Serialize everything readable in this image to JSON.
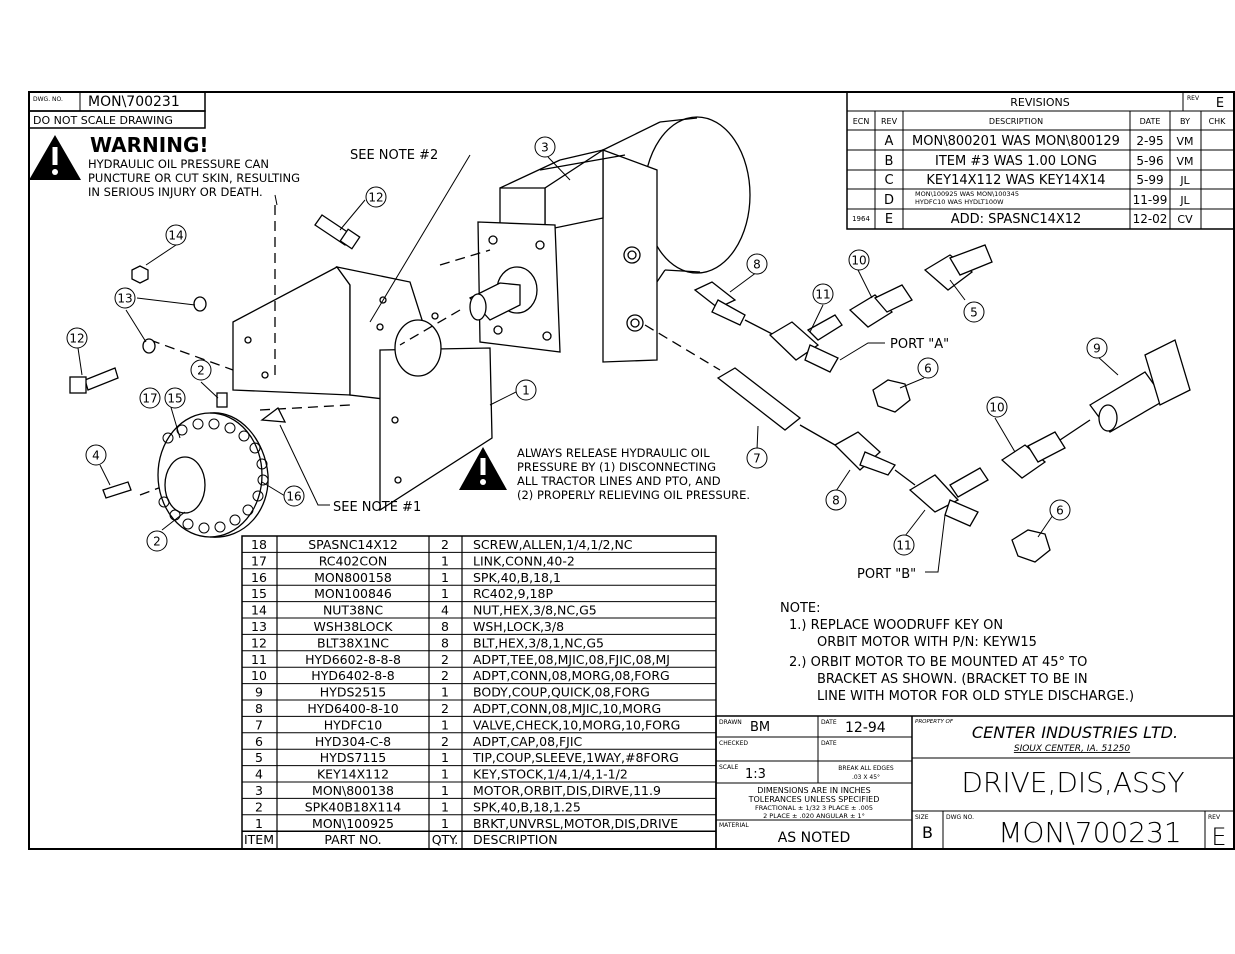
{
  "title_block_top": {
    "dwg_no_label": "DWG. NO.",
    "dwg_no": "MON\\700231",
    "do_not_scale": "DO NOT SCALE DRAWING"
  },
  "warning": {
    "heading": "WARNING!",
    "lines": [
      "HYDRAULIC OIL PRESSURE CAN",
      "PUNCTURE OR CUT SKIN, RESULTING",
      "IN SERIOUS INJURY OR DEATH."
    ],
    "icon": "warning-triangle-icon"
  },
  "release_warning": {
    "lines": [
      "ALWAYS RELEASE HYDRAULIC OIL",
      "PRESSURE BY (1) DISCONNECTING",
      "ALL TRACTOR LINES AND PTO, AND",
      "(2) PROPERLY RELIEVING OIL PRESSURE."
    ],
    "icon": "warning-triangle-icon"
  },
  "revisions": {
    "title": "REVISIONS",
    "rev_label": "REV",
    "current_rev": "E",
    "headers": [
      "ECN",
      "REV",
      "DESCRIPTION",
      "DATE",
      "BY",
      "CHK"
    ],
    "rows": [
      {
        "ecn": "",
        "rev": "A",
        "desc": "MON\\800201 WAS MON\\800129",
        "desc2": "",
        "date": "2-95",
        "by": "VM",
        "chk": ""
      },
      {
        "ecn": "",
        "rev": "B",
        "desc": "ITEM #3 WAS 1.00 LONG",
        "desc2": "",
        "date": "5-96",
        "by": "VM",
        "chk": ""
      },
      {
        "ecn": "",
        "rev": "C",
        "desc": "KEY14X112 WAS KEY14X14",
        "desc2": "",
        "date": "5-99",
        "by": "JL",
        "chk": ""
      },
      {
        "ecn": "",
        "rev": "D",
        "desc": "MON\\100925 WAS MON\\100345",
        "desc2": "HYDFC10 WAS HYDLT100W",
        "date": "11-99",
        "by": "JL",
        "chk": ""
      },
      {
        "ecn": "1964",
        "rev": "E",
        "desc": "ADD: SPASNC14X12",
        "desc2": "",
        "date": "12-02",
        "by": "CV",
        "chk": ""
      }
    ]
  },
  "callouts": {
    "see_note_2": "SEE NOTE #2",
    "see_note_1": "SEE NOTE #1",
    "port_a": "PORT \"A\"",
    "port_b": "PORT \"B\""
  },
  "balloons": [
    "1",
    "2",
    "2",
    "3",
    "4",
    "5",
    "6",
    "6",
    "7",
    "8",
    "8",
    "9",
    "10",
    "10",
    "11",
    "11",
    "12",
    "12",
    "13",
    "14",
    "15",
    "16",
    "17"
  ],
  "notes": {
    "heading": "NOTE:",
    "lines": [
      "1.) REPLACE WOODRUFF KEY ON",
      "ORBIT MOTOR WITH P/N: KEYW15",
      "2.) ORBIT MOTOR TO BE MOUNTED AT 45° TO",
      "BRACKET AS SHOWN. (BRACKET TO BE IN",
      "LINE WITH MOTOR FOR OLD STYLE DISCHARGE.)"
    ]
  },
  "bom": {
    "headers": [
      "ITEM",
      "PART NO.",
      "QTY.",
      "DESCRIPTION"
    ],
    "rows": [
      {
        "item": "18",
        "part": "SPASNC14X12",
        "qty": "2",
        "desc": "SCREW,ALLEN,1/4,1/2,NC"
      },
      {
        "item": "17",
        "part": "RC402CON",
        "qty": "1",
        "desc": "LINK,CONN,40-2"
      },
      {
        "item": "16",
        "part": "MON800158",
        "qty": "1",
        "desc": "SPK,40,B,18,1"
      },
      {
        "item": "15",
        "part": "MON100846",
        "qty": "1",
        "desc": "RC402,9,18P"
      },
      {
        "item": "14",
        "part": "NUT38NC",
        "qty": "4",
        "desc": "NUT,HEX,3/8,NC,G5"
      },
      {
        "item": "13",
        "part": "WSH38LOCK",
        "qty": "8",
        "desc": "WSH,LOCK,3/8"
      },
      {
        "item": "12",
        "part": "BLT38X1NC",
        "qty": "8",
        "desc": "BLT,HEX,3/8,1,NC,G5"
      },
      {
        "item": "11",
        "part": "HYD6602-8-8-8",
        "qty": "2",
        "desc": "ADPT,TEE,08,MJIC,08,FJIC,08,MJ"
      },
      {
        "item": "10",
        "part": "HYD6402-8-8",
        "qty": "2",
        "desc": "ADPT,CONN,08,MORG,08,FORG"
      },
      {
        "item": "9",
        "part": "HYDS2515",
        "qty": "1",
        "desc": "BODY,COUP,QUICK,08,FORG"
      },
      {
        "item": "8",
        "part": "HYD6400-8-10",
        "qty": "2",
        "desc": "ADPT,CONN,08,MJIC,10,MORG"
      },
      {
        "item": "7",
        "part": "HYDFC10",
        "qty": "1",
        "desc": "VALVE,CHECK,10,MORG,10,FORG"
      },
      {
        "item": "6",
        "part": "HYD304-C-8",
        "qty": "2",
        "desc": "ADPT,CAP,08,FJIC"
      },
      {
        "item": "5",
        "part": "HYDS7115",
        "qty": "1",
        "desc": "TIP,COUP,SLEEVE,1WAY,#8FORG"
      },
      {
        "item": "4",
        "part": "KEY14X112",
        "qty": "1",
        "desc": "KEY,STOCK,1/4,1/4,1-1/2"
      },
      {
        "item": "3",
        "part": "MON\\800138",
        "qty": "1",
        "desc": "MOTOR,ORBIT,DIS,DIRVE,11.9"
      },
      {
        "item": "2",
        "part": "SPK40B18X114",
        "qty": "1",
        "desc": "SPK,40,B,18,1.25"
      },
      {
        "item": "1",
        "part": "MON\\100925",
        "qty": "1",
        "desc": "BRKT,UNVRSL,MOTOR,DIS,DRIVE"
      }
    ]
  },
  "title_block": {
    "drawn_label": "DRAWN",
    "drawn": "BM",
    "date_label": "DATE",
    "date": "12-94",
    "checked_label": "CHECKED",
    "checked_date_label": "DATE",
    "scale_label": "SCALE",
    "scale": "1:3",
    "break_edges_1": "BREAK ALL EDGES",
    "break_edges_2": ".03 X 45°",
    "dim_1": "DIMENSIONS ARE IN INCHES",
    "dim_2": "TOLERANCES UNLESS SPECIFIED",
    "dim_3": "FRACTIONAL ± 1/32     3 PLACE ± .005",
    "dim_4": "2 PLACE ± .020        ANGULAR ± 1°",
    "material_label": "MATERIAL",
    "material": "AS NOTED",
    "property_label": "PROPERTY OF",
    "company": "CENTER INDUSTRIES LTD.",
    "location": "SIOUX CENTER, IA. 51250",
    "drawing_title": "DRIVE,DIS,ASSY",
    "size_label": "SIZE",
    "size": "B",
    "dwg_no_label": "DWG NO.",
    "dwg_no": "MON\\700231",
    "rev_label": "REV",
    "rev": "E"
  }
}
